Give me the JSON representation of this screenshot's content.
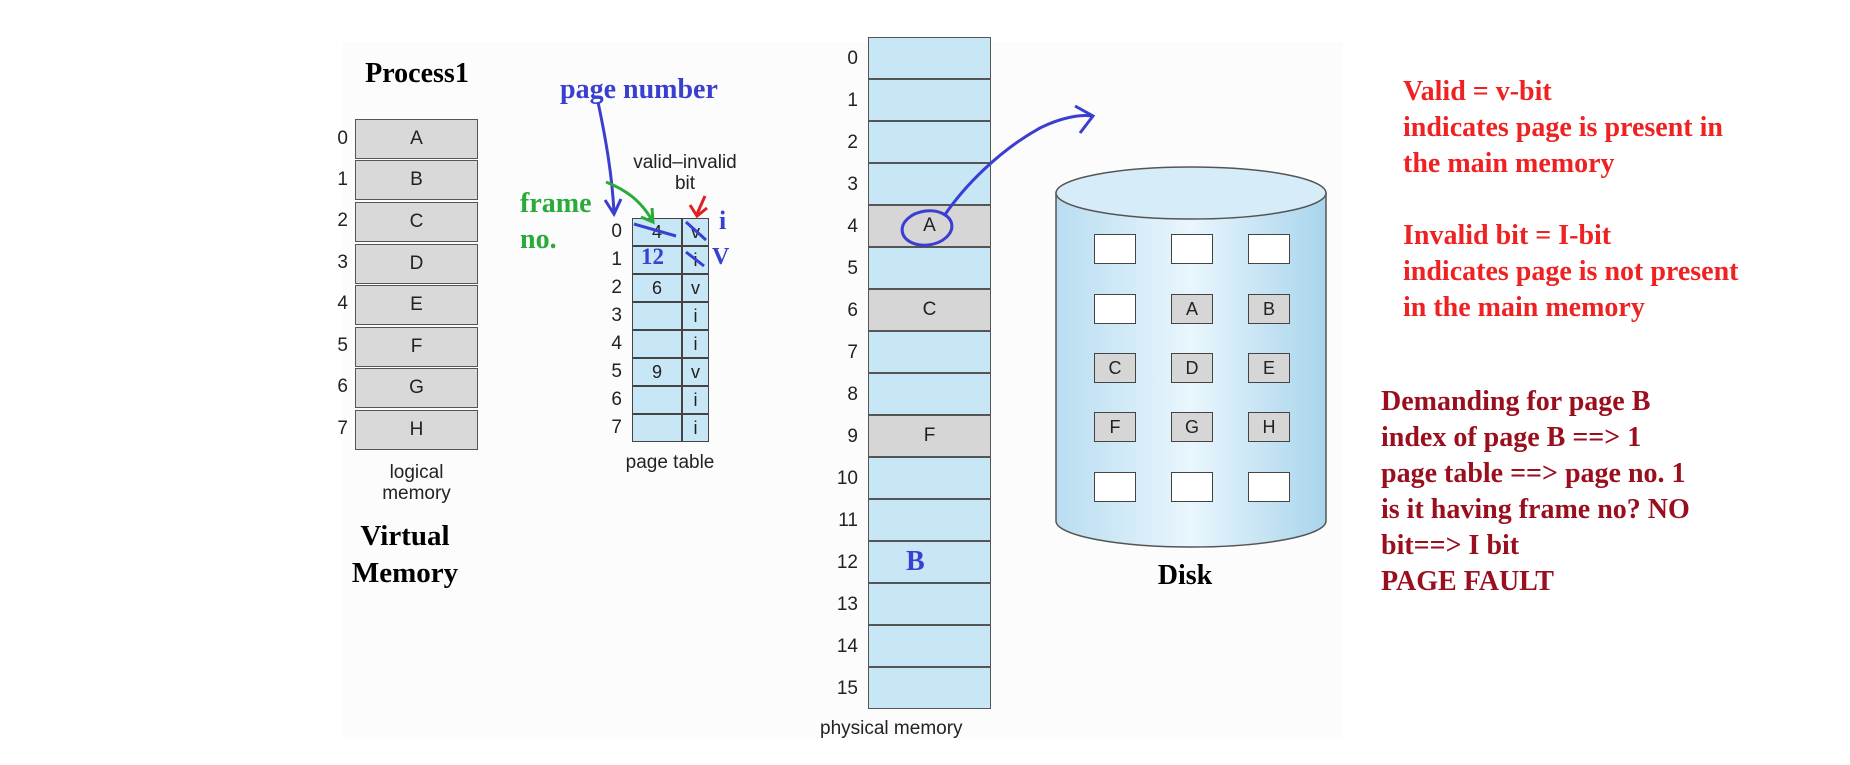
{
  "process_title": "Process1",
  "logical_memory": {
    "indices": [
      "0",
      "1",
      "2",
      "3",
      "4",
      "5",
      "6",
      "7"
    ],
    "pages": [
      "A",
      "B",
      "C",
      "D",
      "E",
      "F",
      "G",
      "H"
    ],
    "label_line1": "logical",
    "label_line2": "memory"
  },
  "virtual_memory_line1": "Virtual",
  "virtual_memory_line2": "Memory",
  "page_number_label": "page number",
  "frame_no_line1": "frame",
  "frame_no_line2": "no.",
  "valid_invalid_line1": "valid–invalid",
  "valid_invalid_line2": "bit",
  "page_table": {
    "indices": [
      "0",
      "1",
      "2",
      "3",
      "4",
      "5",
      "6",
      "7"
    ],
    "frames": [
      "4",
      "",
      "6",
      "",
      "",
      "9",
      "",
      ""
    ],
    "bits": [
      "v",
      "i",
      "v",
      "i",
      "i",
      "v",
      "i",
      "i"
    ],
    "label": "page table"
  },
  "annotations": {
    "frame_12": "12",
    "bit_V": "V",
    "bit_i": "i",
    "B_in_memory": "B"
  },
  "physical_memory": {
    "indices": [
      "0",
      "1",
      "2",
      "3",
      "4",
      "5",
      "6",
      "7",
      "8",
      "9",
      "10",
      "11",
      "12",
      "13",
      "14",
      "15"
    ],
    "contents": [
      "",
      "",
      "",
      "",
      "A",
      "",
      "C",
      "",
      "",
      "F",
      "",
      "",
      "",
      "",
      "",
      ""
    ],
    "label": "physical memory"
  },
  "disk": {
    "rows": [
      [
        "",
        "",
        ""
      ],
      [
        "",
        "A",
        "B"
      ],
      [
        "C",
        "D",
        "E"
      ],
      [
        "F",
        "G",
        "H"
      ],
      [
        "",
        "",
        ""
      ]
    ],
    "label": "Disk"
  },
  "notes_valid": [
    "Valid = v-bit",
    "indicates page is present in",
    "the main memory"
  ],
  "notes_invalid": [
    "Invalid bit = I-bit",
    "indicates page is not present",
    "in the main memory"
  ],
  "notes_demand": [
    "Demanding for page B",
    "index of page B ==> 1",
    "page table ==> page no. 1",
    "is it having frame no? NO",
    "bit==> I bit",
    "PAGE FAULT"
  ],
  "colors": {
    "blue_annotation": "#3a3fd0",
    "green_annotation": "#2aaa3a",
    "red_note": "#ee2222",
    "dark_red_note": "#9a0f1e",
    "cell_blue": "#c7e6f6",
    "cell_gray": "#d6d6d6"
  }
}
